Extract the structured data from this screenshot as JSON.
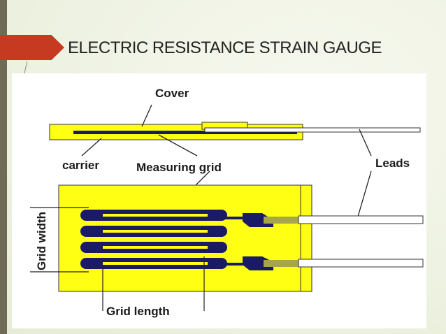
{
  "slide": {
    "title": "ELECTRIC RESISTANCE STRAIN GAUGE"
  },
  "diagram": {
    "labels": {
      "cover": "Cover",
      "carrier": "carrier",
      "measuring_grid": "Measuring grid",
      "leads": "Leads",
      "grid_width": "Grid width",
      "grid_length": "Grid length"
    },
    "colors": {
      "carrier_fill": "#ffff14",
      "grid_fill": "#1a1a66",
      "lead_wire": "#ffffff",
      "outline": "#333333",
      "accent_red": "#c63a22"
    }
  }
}
